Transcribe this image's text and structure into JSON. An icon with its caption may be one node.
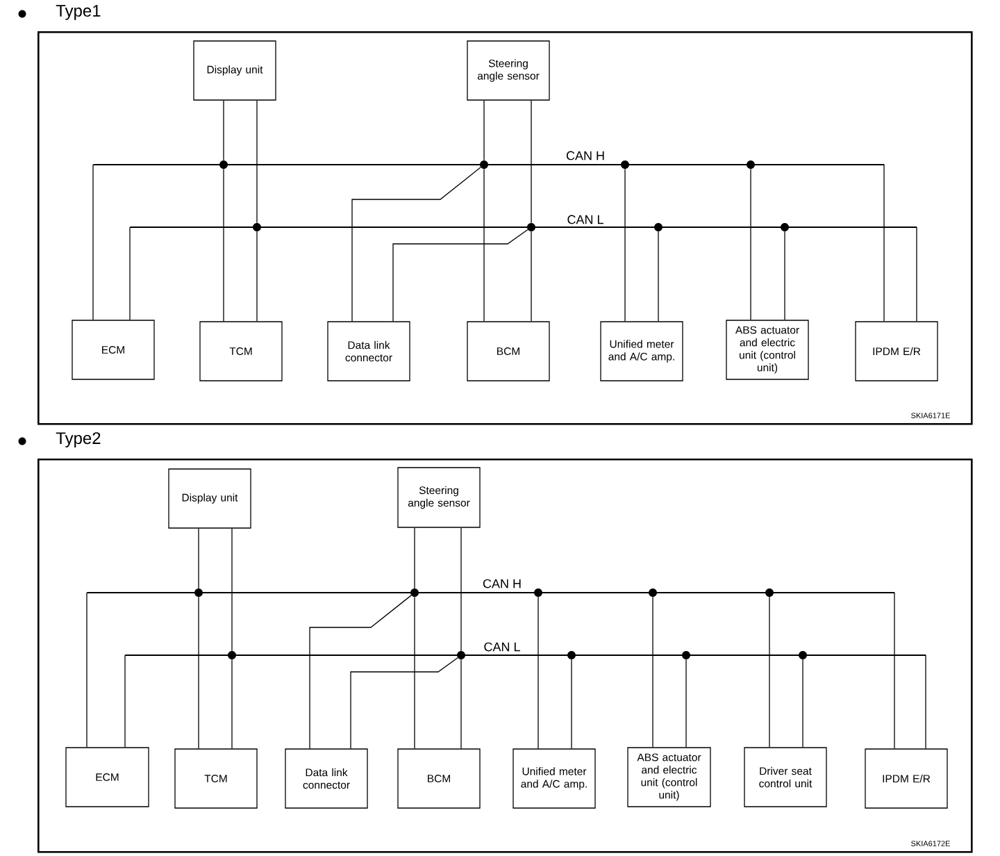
{
  "diagram": {
    "nodes": [
      {
        "text": [
          "Type1"
        ]
      },
      {
        "text": [
          "Display unit"
        ],
        "in": 0
      },
      {
        "text": [
          "Steering angle sensor"
        ],
        "in": 0
      },
      {
        "text": [
          "CAN H"
        ],
        "in": 0
      },
      {
        "text": [
          "CAN L"
        ],
        "in": 0
      },
      {
        "text": [
          "ECM"
        ],
        "in": 0
      },
      {
        "text": [
          "TCM"
        ],
        "in": 0
      },
      {
        "text": [
          "Data link connector"
        ],
        "in": 0
      },
      {
        "text": [
          "BCM"
        ],
        "in": 0
      },
      {
        "text": [
          "Unified meter and A/C amp."
        ],
        "in": 0
      },
      {
        "text": [
          "ABS actuator and electric unit (control unit)"
        ],
        "in": 0
      },
      {
        "text": [
          "IPDM E/R"
        ],
        "in": 0
      },
      {
        "text": [
          "Type2"
        ]
      },
      {
        "text": [
          "Display unit"
        ],
        "in": 12
      },
      {
        "text": [
          "Steering angle sensor"
        ],
        "in": 12
      },
      {
        "text": [
          "CAN H"
        ],
        "in": 12
      },
      {
        "text": [
          "CAN L"
        ],
        "in": 12
      },
      {
        "text": [
          "ECM"
        ],
        "in": 12
      },
      {
        "text": [
          "TCM"
        ],
        "in": 12
      },
      {
        "text": [
          "Data link connector"
        ],
        "in": 12
      },
      {
        "text": [
          "BCM"
        ],
        "in": 12
      },
      {
        "text": [
          "Unified meter and A/C amp."
        ],
        "in": 12
      },
      {
        "text": [
          "ABS actuator and electric unit (control unit)"
        ],
        "in": 12
      },
      {
        "text": [
          "Driver seat control unit"
        ],
        "in": 12
      },
      {
        "text": [
          "IPDM E/R"
        ],
        "in": 12
      },
      {
        "text": [],
        "shape": "circle",
        "in": 0
      },
      {
        "text": [],
        "shape": "circle",
        "in": 0
      },
      {
        "text": [],
        "shape": "circle",
        "in": 0
      },
      {
        "text": [],
        "shape": "circle",
        "in": 0
      },
      {
        "text": [],
        "shape": "circle",
        "in": 0
      },
      {
        "text": [],
        "shape": "circle",
        "in": 0
      },
      {
        "text": [],
        "shape": "circle",
        "in": 0
      },
      {
        "text": [],
        "shape": "circle",
        "in": 0
      },
      {
        "text": [],
        "shape": "circle",
        "in": 12
      },
      {
        "text": [],
        "shape": "circle",
        "in": 12
      },
      {
        "text": [],
        "shape": "circle",
        "in": 12
      },
      {
        "text": [],
        "shape": "circle",
        "in": 12
      },
      {
        "text": [],
        "shape": "circle",
        "in": 12
      },
      {
        "text": [],
        "shape": "circle",
        "in": 12
      },
      {
        "text": [],
        "shape": "circle",
        "in": 12
      },
      {
        "text": [],
        "shape": "circle",
        "in": 12
      },
      {
        "text": [],
        "shape": "circle",
        "in": 12
      },
      {
        "text": [],
        "shape": "circle",
        "in": 12
      }
    ],
    "edges": [
      {
        "from": 5,
        "to": 3,
        "arrow": "none"
      },
      {
        "from": 5,
        "to": 4,
        "arrow": "none"
      },
      {
        "from": 1,
        "to": 25,
        "arrow": "none"
      },
      {
        "from": 1,
        "to": 26,
        "arrow": "none"
      },
      {
        "from": 6,
        "to": 25,
        "arrow": "none"
      },
      {
        "from": 6,
        "to": 26,
        "arrow": "none"
      },
      {
        "from": 2,
        "to": 27,
        "arrow": "none"
      },
      {
        "from": 2,
        "to": 28,
        "arrow": "none"
      },
      {
        "from": 8,
        "to": 27,
        "arrow": "none"
      },
      {
        "from": 8,
        "to": 28,
        "arrow": "none"
      },
      {
        "from": 7,
        "to": 27,
        "arrow": "none"
      },
      {
        "from": 7,
        "to": 28,
        "arrow": "none"
      },
      {
        "from": 9,
        "to": 29,
        "arrow": "none"
      },
      {
        "from": 9,
        "to": 30,
        "arrow": "none"
      },
      {
        "from": 10,
        "to": 31,
        "arrow": "none"
      },
      {
        "from": 10,
        "to": 32,
        "arrow": "none"
      },
      {
        "from": 11,
        "to": 3,
        "arrow": "none"
      },
      {
        "from": 11,
        "to": 4,
        "arrow": "none"
      },
      {
        "from": 17,
        "to": 15,
        "arrow": "none"
      },
      {
        "from": 17,
        "to": 16,
        "arrow": "none"
      },
      {
        "from": 13,
        "to": 33,
        "arrow": "none"
      },
      {
        "from": 13,
        "to": 34,
        "arrow": "none"
      },
      {
        "from": 18,
        "to": 33,
        "arrow": "none"
      },
      {
        "from": 18,
        "to": 34,
        "arrow": "none"
      },
      {
        "from": 14,
        "to": 35,
        "arrow": "none"
      },
      {
        "from": 14,
        "to": 36,
        "arrow": "none"
      },
      {
        "from": 20,
        "to": 35,
        "arrow": "none"
      },
      {
        "from": 20,
        "to": 36,
        "arrow": "none"
      },
      {
        "from": 19,
        "to": 35,
        "arrow": "none"
      },
      {
        "from": 19,
        "to": 36,
        "arrow": "none"
      },
      {
        "from": 21,
        "to": 37,
        "arrow": "none"
      },
      {
        "from": 21,
        "to": 38,
        "arrow": "none"
      },
      {
        "from": 22,
        "to": 39,
        "arrow": "none"
      },
      {
        "from": 22,
        "to": 40,
        "arrow": "none"
      },
      {
        "from": 23,
        "to": 41,
        "arrow": "none"
      },
      {
        "from": 23,
        "to": 42,
        "arrow": "none"
      },
      {
        "from": 24,
        "to": 15,
        "arrow": "none"
      },
      {
        "from": 24,
        "to": 16,
        "arrow": "none"
      }
    ],
    "labels": [
      "SKIA6171E",
      "SKIA6172E"
    ]
  }
}
